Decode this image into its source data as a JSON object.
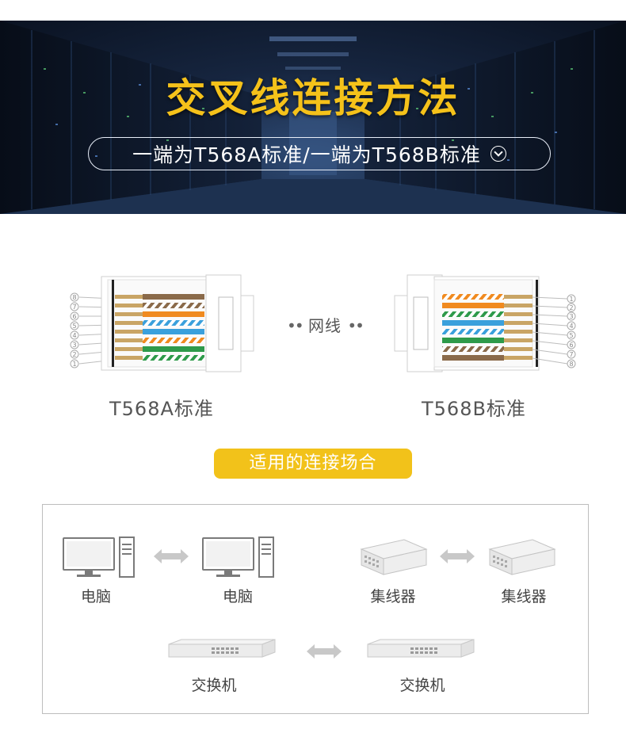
{
  "banner": {
    "title": "交叉线连接方法",
    "subtitle": "一端为T568A标准/一端为T568B标准",
    "icon": "chevron-down-circle-icon"
  },
  "connectors": {
    "left_label": "T568A标准",
    "right_label": "T568B标准",
    "middle_label": "网线",
    "middle_dots": "••",
    "left_pins": [
      "8",
      "7",
      "6",
      "5",
      "4",
      "3",
      "2",
      "1"
    ],
    "right_pins": [
      "1",
      "2",
      "3",
      "4",
      "5",
      "6",
      "7",
      "8"
    ]
  },
  "scenarios": {
    "tag": "适用的连接场合",
    "row1": {
      "left_a": "电脑",
      "left_b": "电脑",
      "right_a": "集线器",
      "right_b": "集线器"
    },
    "row2": {
      "a": "交换机",
      "b": "交换机"
    }
  },
  "colors": {
    "title_gold": "#f5c21a",
    "tag_yellow": "#f2c21a",
    "wire_brown": "#8a6a4a",
    "wire_orange": "#f08a1f",
    "wire_blue": "#3aa0dc",
    "wire_green": "#2e9a4a"
  }
}
